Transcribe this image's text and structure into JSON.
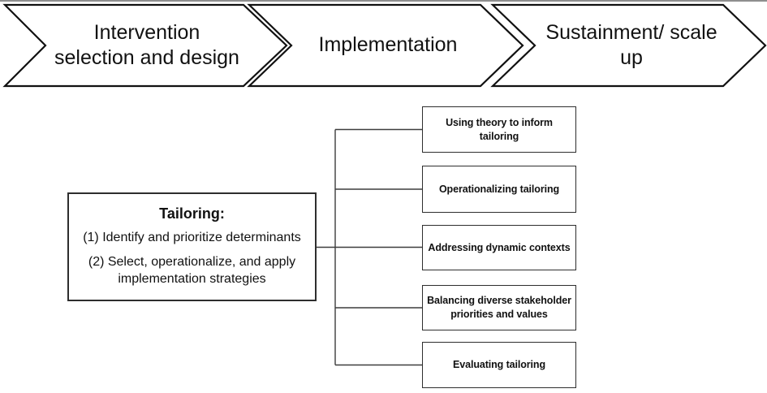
{
  "theme": {
    "ink": "#111111",
    "box-border": "#2e2e2e",
    "connector": "#3d3d3d",
    "background": "#ffffff",
    "top-rule": "#8f8f8f"
  },
  "process_steps": [
    {
      "label": "Intervention\nselection and design"
    },
    {
      "label": "Implementation"
    },
    {
      "label": "Sustainment/ scale\nup"
    }
  ],
  "tailoring_box": {
    "title": "Tailoring:",
    "items": [
      "(1) Identify and prioritize determinants",
      "(2) Select, operationalize, and apply\nimplementation strategies"
    ]
  },
  "strategy_boxes": [
    {
      "label": "Using theory to inform\ntailoring"
    },
    {
      "label": "Operationalizing tailoring"
    },
    {
      "label": "Addressing dynamic contexts"
    },
    {
      "label": "Balancing diverse stakeholder\npriorities and values"
    },
    {
      "label": "Evaluating tailoring"
    }
  ]
}
